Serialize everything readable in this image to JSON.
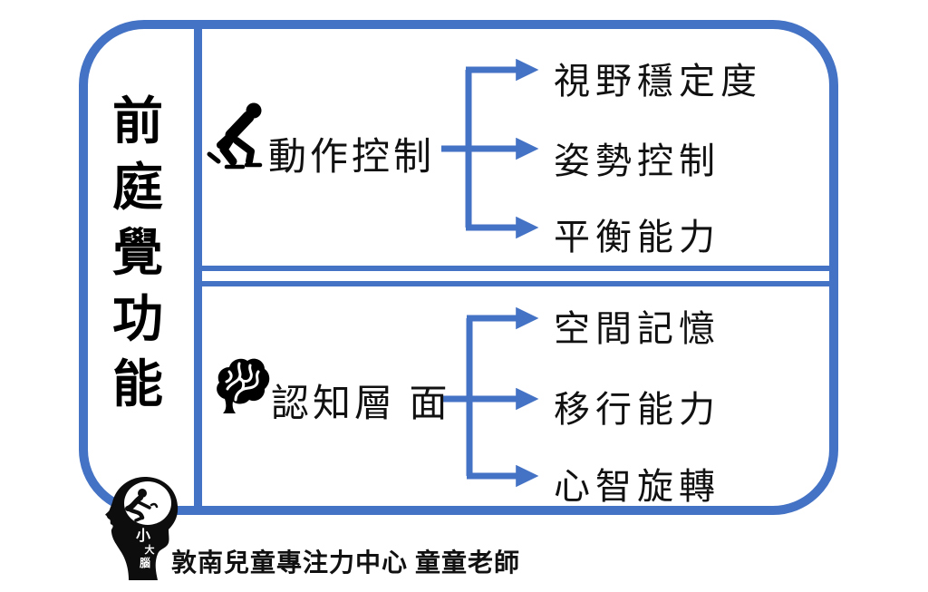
{
  "colors": {
    "accent_blue": "#4472C4",
    "text_black": "#111111",
    "background": "#FFFFFF"
  },
  "title": {
    "text": "前庭覺功能",
    "chars": [
      "前",
      "庭",
      "覺",
      "功",
      "能"
    ]
  },
  "sections": [
    {
      "icon": "speed-skater-icon",
      "label": "動作控制",
      "branches": [
        "視野穩定度",
        "姿勢控制",
        "平衡能力"
      ]
    },
    {
      "icon": "brain-icon",
      "label": "認知層 面",
      "branches": [
        "空間記憶",
        "移行能力",
        "心智旋轉"
      ]
    }
  ],
  "footer": {
    "logo_icon": "head-profile-brain-logo",
    "logo_text": "小大腦",
    "logo_chars": [
      "小",
      "大",
      "腦"
    ],
    "credit": "敦南兒童專注力中心 童童老師"
  }
}
